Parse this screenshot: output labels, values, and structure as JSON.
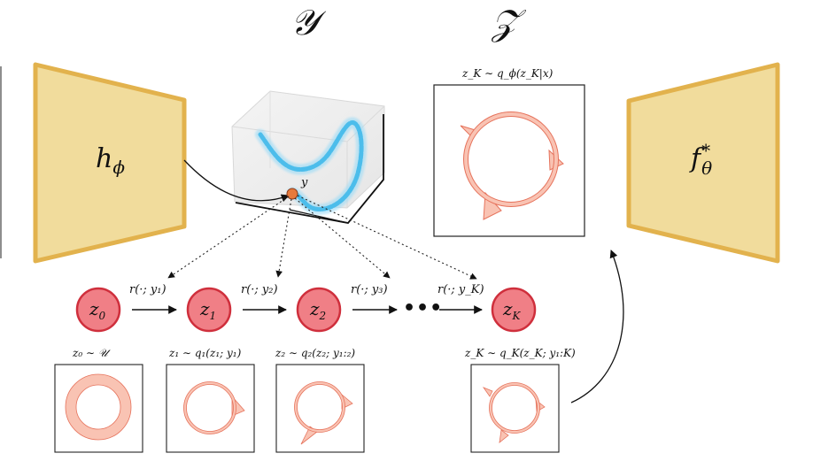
{
  "headers": {
    "y_space": "𝒴",
    "z_space": "𝒵"
  },
  "encoder": {
    "label": "h",
    "sub": "ϕ"
  },
  "decoder": {
    "label": "f",
    "sup": "*",
    "sub": "θ"
  },
  "point_label": "y",
  "top_panel_caption": "z_K ∼ q_ϕ(z_K|x)",
  "chain": {
    "nodes": [
      {
        "base": "z",
        "sub": "0"
      },
      {
        "base": "z",
        "sub": "1"
      },
      {
        "base": "z",
        "sub": "2"
      },
      {
        "base": "z",
        "sub": "K"
      }
    ],
    "arrow_labels": [
      "r(·; y₁)",
      "r(·; y₂)",
      "r(·; y₃)",
      "r(·; y_K)"
    ],
    "ellipsis": "•••"
  },
  "panel_captions": [
    "z₀ ∼ 𝒰",
    "z₁ ∼ q₁(z₁; y₁)",
    "z₂ ∼ q₂(z₂; y₁:₂)",
    "z_K ∼ q_K(z_K; y₁:K)"
  ],
  "colors": {
    "trapezoid_fill": "#f1dc9c",
    "trapezoid_stroke": "#e2b24d",
    "node_fill": "#f07f86",
    "node_stroke": "#cf2f3c",
    "distribution": "#f9c3b3",
    "distribution_stroke": "#e6735c",
    "curve": "#5bc5ee"
  }
}
